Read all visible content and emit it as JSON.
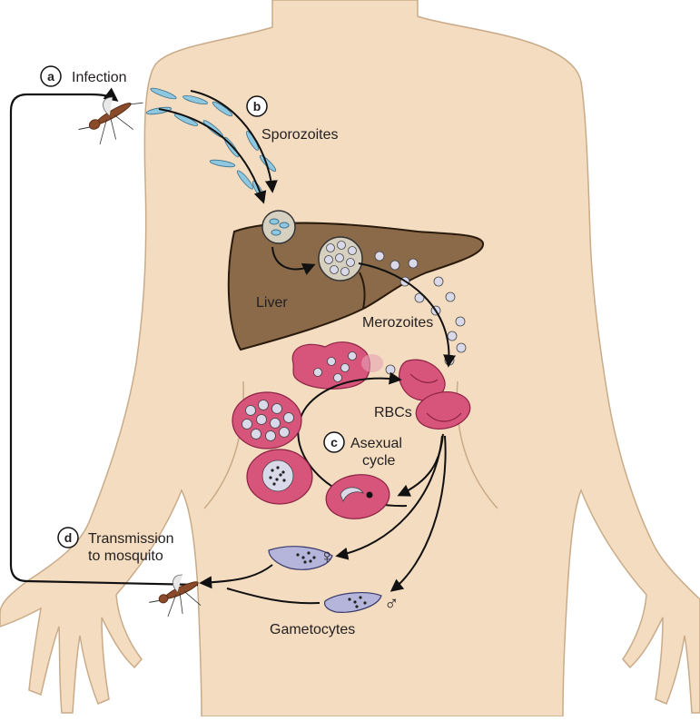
{
  "colors": {
    "skin": "#f3dcbf",
    "skin_outline": "#c9ab89",
    "liver": "#8b6a4a",
    "rbc": "#d7547a",
    "rbc_dark": "#b23a5e",
    "parasite": "#d9d9ea",
    "sporozoite": "#8ec8e0",
    "gametocyte": "#b5b5dc",
    "arrow": "#111111"
  },
  "icons": [
    "mosquito-icon",
    "mosquito-icon",
    "female-symbol-icon",
    "male-symbol-icon"
  ],
  "badges": {
    "a": "a",
    "b": "b",
    "c": "c",
    "d": "d"
  },
  "labels": {
    "infection": "Infection",
    "sporozoites": "Sporozoites",
    "liver": "Liver",
    "merozoites": "Merozoites",
    "rbcs": "RBCs",
    "asexual_1": "Asexual",
    "asexual_2": "cycle",
    "transmission_1": "Transmission",
    "transmission_2": "to mosquito",
    "gametocytes": "Gametocytes",
    "female": "♀",
    "male": "♂"
  }
}
